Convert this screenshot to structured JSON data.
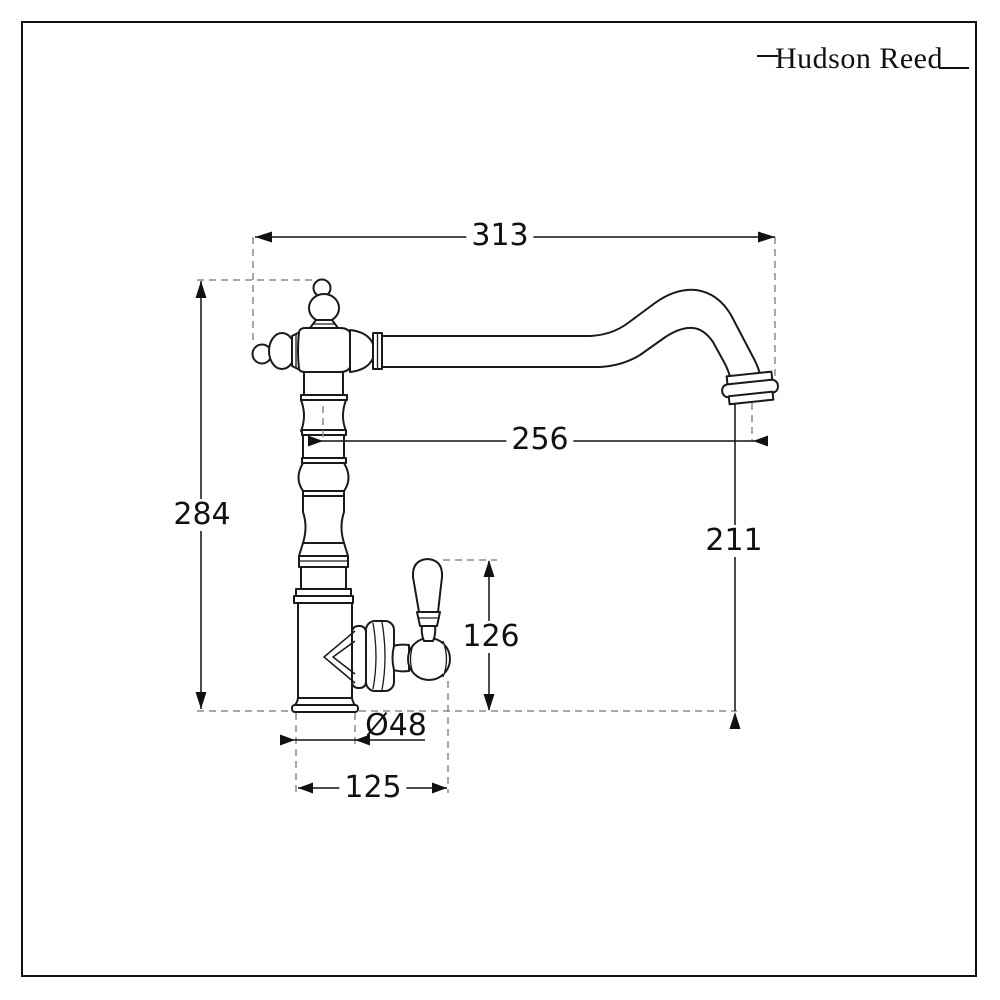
{
  "brand": {
    "name": "Hudson Reed"
  },
  "drawing": {
    "type": "technical-dimension-diagram",
    "dimensions": {
      "spout_span": "313",
      "spout_reach": "256",
      "overall_height": "284",
      "spout_outlet_height": "211",
      "handle_height": "126",
      "body_diameter": "Ø48",
      "base_footprint": "125"
    },
    "colors": {
      "line": "#1a1a1a",
      "dashed": "#8c8c8c",
      "background": "#ffffff"
    }
  }
}
